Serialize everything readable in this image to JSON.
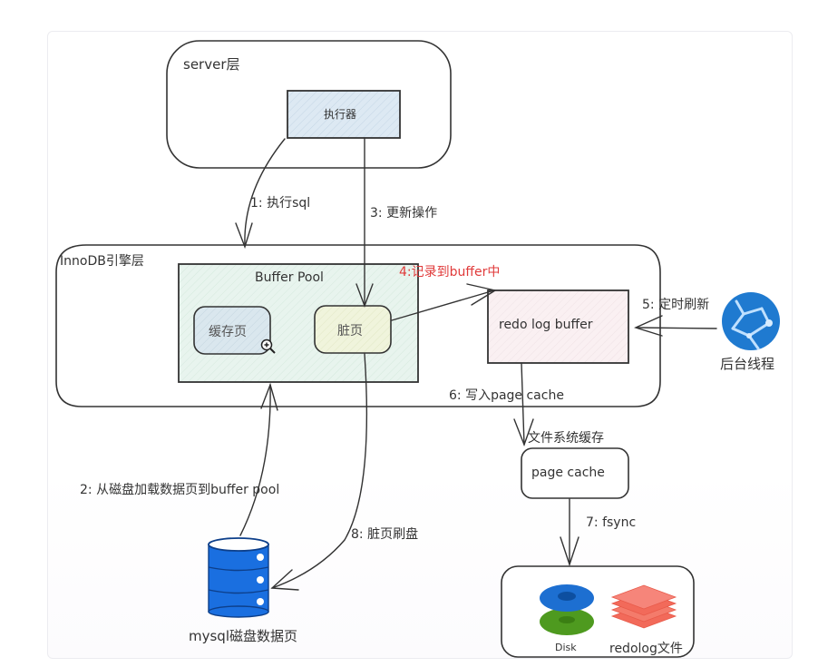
{
  "diagram": {
    "server_layer": {
      "title": "server层",
      "executor": "执行器"
    },
    "innodb_layer": {
      "title": "InnoDB引擎层",
      "buffer_pool": {
        "title": "Buffer Pool",
        "cached_page": "缓存页",
        "dirty_page": "脏页"
      },
      "redo_log_buffer": "redo log buffer"
    },
    "background_thread": {
      "label": "后台线程"
    },
    "page_cache": {
      "caption": "文件系统缓存",
      "label": "page cache"
    },
    "storage": {
      "disk_label": "Disk",
      "redolog_label": "redolog文件"
    },
    "mysql_disk": {
      "label": "mysql磁盘数据页"
    },
    "steps": {
      "s1": "1: 执行sql",
      "s2": "2: 从磁盘加载数据页到buffer pool",
      "s3": "3: 更新操作",
      "s4": "4:记录到buffer中",
      "s5": "5: 定时刷新",
      "s6": "6: 写入page cache",
      "s7": "7: fsync",
      "s8": "8: 脏页刷盘"
    },
    "colors": {
      "stroke": "#333333",
      "executor_fill": "#dde9f3",
      "buffer_pool_fill": "#e6f3ec",
      "cached_page_fill": "#d9e7ee",
      "dirty_page_fill": "#eff3d9",
      "redo_fill": "#f9eef0",
      "step4_text": "#e03a3a",
      "db_blue": "#1a6fe0",
      "thread_blue": "#1f7ad0",
      "disk_blue": "#1d6fd1",
      "disk_green": "#4e9a1f",
      "redolog_red": "#f26a5a"
    }
  }
}
